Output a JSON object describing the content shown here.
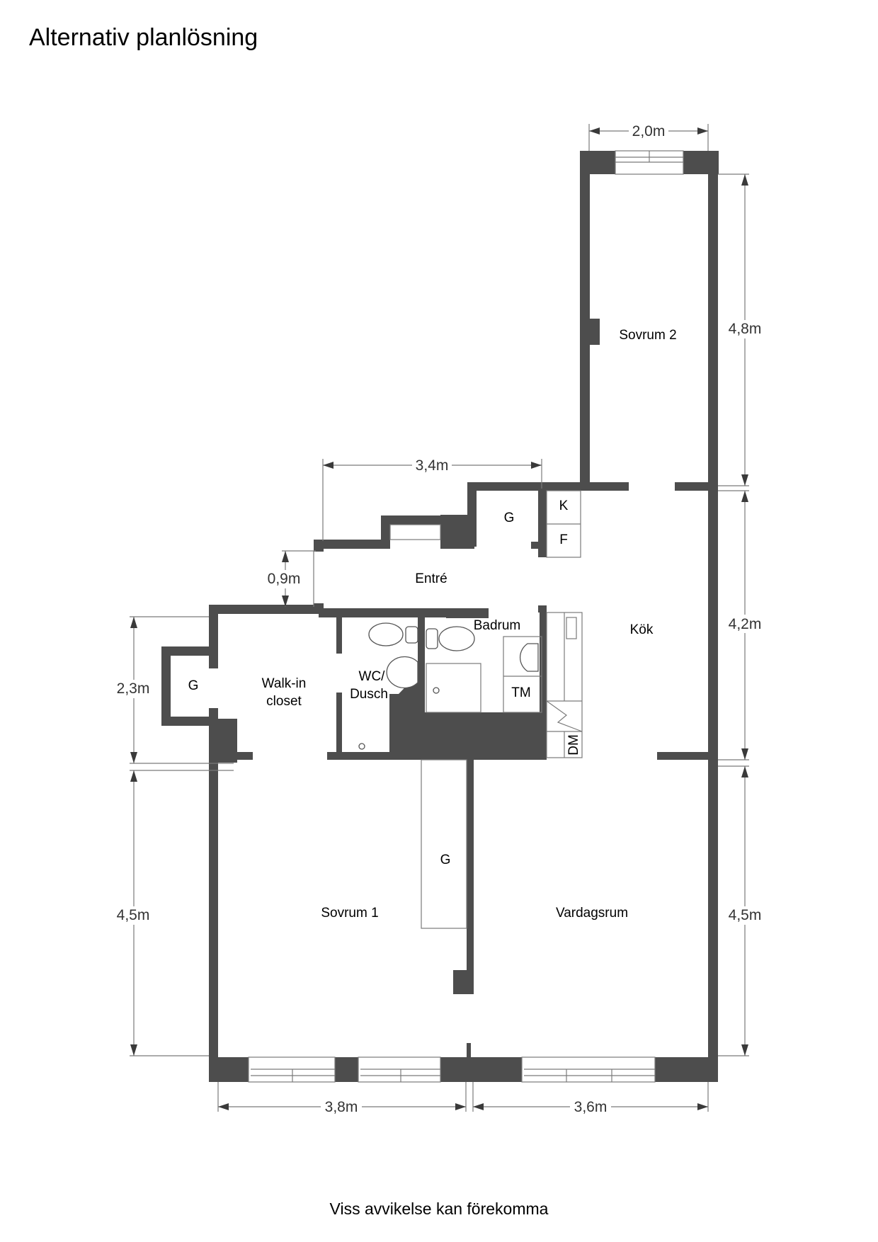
{
  "title": "Alternativ planlösning",
  "footer": "Viss avvikelse kan förekomma",
  "rooms": {
    "sovrum2": "Sovrum 2",
    "entre": "Entré",
    "kok": "Kök",
    "badrum": "Badrum",
    "wc_line1": "WC/",
    "wc_line2": "Dusch",
    "walkin_line1": "Walk-in",
    "walkin_line2": "closet",
    "sovrum1": "Sovrum 1",
    "vardagsrum": "Vardagsrum",
    "closet_entre": "G",
    "closet_left": "G",
    "closet_mid": "G",
    "fridge": "K",
    "freezer": "F",
    "washer": "TM",
    "dishwasher": "DM"
  },
  "dimensions": {
    "top_width": "2,0m",
    "sovrum2_depth": "4,8m",
    "entre_width": "3,4m",
    "entre_depth": "0,9m",
    "kok_depth": "4,2m",
    "walkin_depth": "2,3m",
    "sovrum1_depth": "4,5m",
    "vardagsrum_depth": "4,5m",
    "sovrum1_width": "3,8m",
    "vardagsrum_width": "3,6m"
  },
  "colors": {
    "wall": "#4d4d4d",
    "line": "#7a7a7a",
    "background": "#ffffff"
  }
}
